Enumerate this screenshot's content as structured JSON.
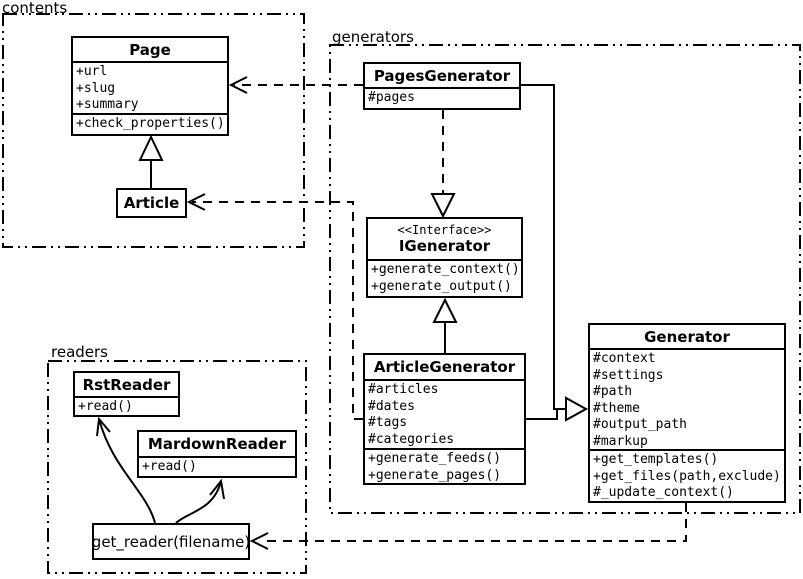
{
  "packages": {
    "contents": {
      "label": "contents"
    },
    "generators": {
      "label": "generators"
    },
    "readers": {
      "label": "readers"
    }
  },
  "classes": {
    "page": {
      "name": "Page",
      "attrs": [
        "+url",
        "+slug",
        "+summary"
      ],
      "methods": [
        "+check_properties()"
      ]
    },
    "article": {
      "name": "Article"
    },
    "pages_generator": {
      "name": "PagesGenerator",
      "attrs": [
        "#pages"
      ]
    },
    "igenerator": {
      "stereotype": "<<Interface>>",
      "name": "IGenerator",
      "methods": [
        "+generate_context()",
        "+generate_output()"
      ]
    },
    "article_generator": {
      "name": "ArticleGenerator",
      "attrs": [
        "#articles",
        "#dates",
        "#tags",
        "#categories"
      ],
      "methods": [
        "+generate_feeds()",
        "+generate_pages()"
      ]
    },
    "generator": {
      "name": "Generator",
      "attrs": [
        "#context",
        "#settings",
        "#path",
        "#theme",
        "#output_path",
        "#markup"
      ],
      "methods": [
        "+get_templates()",
        "+get_files(path,exclude)",
        "#_update_context()"
      ]
    },
    "rst_reader": {
      "name": "RstReader",
      "methods": [
        "+read()"
      ]
    },
    "mardown_reader": {
      "name": "MardownReader",
      "methods": [
        "+read()"
      ]
    },
    "get_reader": {
      "label": "get_reader(filename)"
    }
  },
  "colors": {
    "line": "#000000",
    "background": "#ffffff",
    "box_fill": "#ffffff"
  }
}
